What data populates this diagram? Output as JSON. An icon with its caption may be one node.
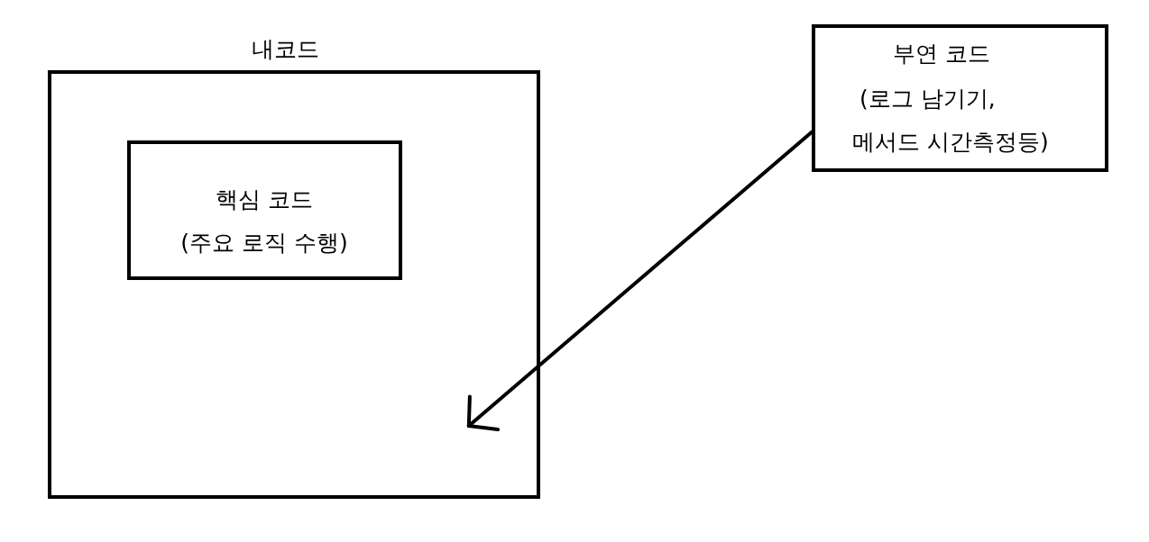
{
  "diagram": {
    "nodes": [
      {
        "text": [
          "내코드"
        ]
      },
      {
        "text": [
          "핵심 코드",
          "(주요 로직 수행)"
        ],
        "in": 0
      },
      {
        "text": [
          "부연 코드",
          "(로그 남기기, 메서드 시간측정등)"
        ]
      }
    ],
    "edges": [
      {
        "from": 2,
        "to": 0,
        "arrow": "to"
      }
    ]
  }
}
